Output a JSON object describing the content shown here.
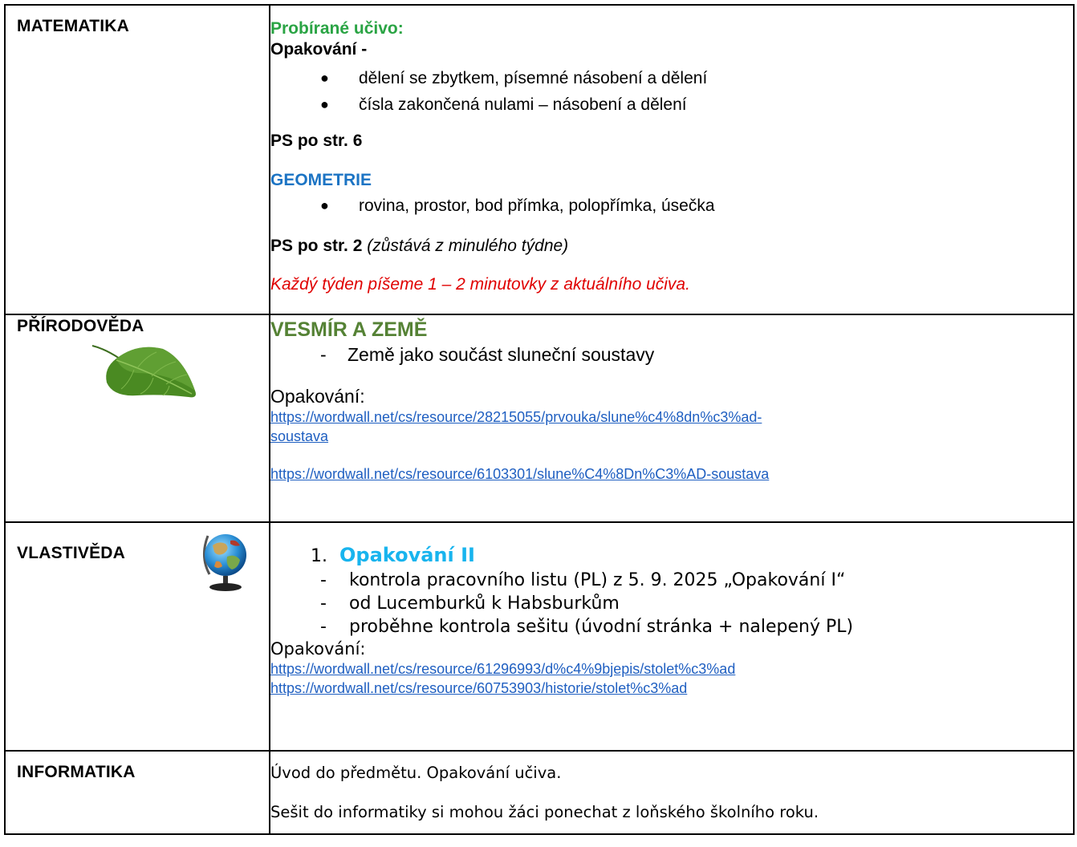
{
  "rows": {
    "matematika": {
      "subject": "MATEMATIKA",
      "heading": "Probírané učivo:",
      "opakovani_label": "Opakování -",
      "bullets": [
        "dělení se zbytkem, písemné násobení a dělení",
        "čísla zakončená nulami – násobení a dělení"
      ],
      "ps1": "PS po str. 6",
      "geometrie_heading": "GEOMETRIE",
      "geometrie_bullets": [
        "rovina, prostor, bod přímka, polopřímka, úsečka"
      ],
      "ps2_bold": "PS po str. 2",
      "ps2_italic": "(zůstává z minulého týdne)",
      "note": "Každý týden píšeme 1 – 2 minutovky z aktuálního učiva."
    },
    "prirodoveda": {
      "subject": "PŘÍRODOVĚDA",
      "heading": "VESMÍR A ZEMĚ",
      "items": [
        "Země jako součást sluneční soustavy"
      ],
      "opakovani_label": "Opakování:",
      "link1_line1": "https://wordwall.net/cs/resource/28215055/prvouka/slune%c4%8dn%c3%ad-",
      "link1_line2": "soustava",
      "link2": "https://wordwall.net/cs/resource/6103301/slune%C4%8Dn%C3%AD-soustava",
      "image_icon": "leaf-image"
    },
    "vlastiveda": {
      "subject": "VLASTIVĚDA",
      "number": "1.",
      "heading": "Opakování II",
      "items": [
        "kontrola pracovního listu (PL) z 5. 9. 2025 „Opakování I“",
        "od Lucemburků k Habsburkům",
        "proběhne kontrola sešitu (úvodní stránka + nalepený PL)"
      ],
      "opakovani_label": "Opakování:",
      "link1": "https://wordwall.net/cs/resource/61296993/d%c4%9bjepis/stolet%c3%ad",
      "link2": "https://wordwall.net/cs/resource/60753903/historie/stolet%c3%ad",
      "image_icon": "globe-image"
    },
    "informatika": {
      "subject": "INFORMATIKA",
      "line1": "Úvod do předmětu. Opakování učiva.",
      "line2": "Sešit do informatiky si mohou žáci ponechat z loňského školního roku."
    }
  },
  "colors": {
    "math_heading": "#2aa444",
    "geometrie": "#1c74c4",
    "note": "#e00000",
    "vesmir": "#558235",
    "opakovani_ii": "#18b4ee",
    "link": "#1f5fc1"
  }
}
